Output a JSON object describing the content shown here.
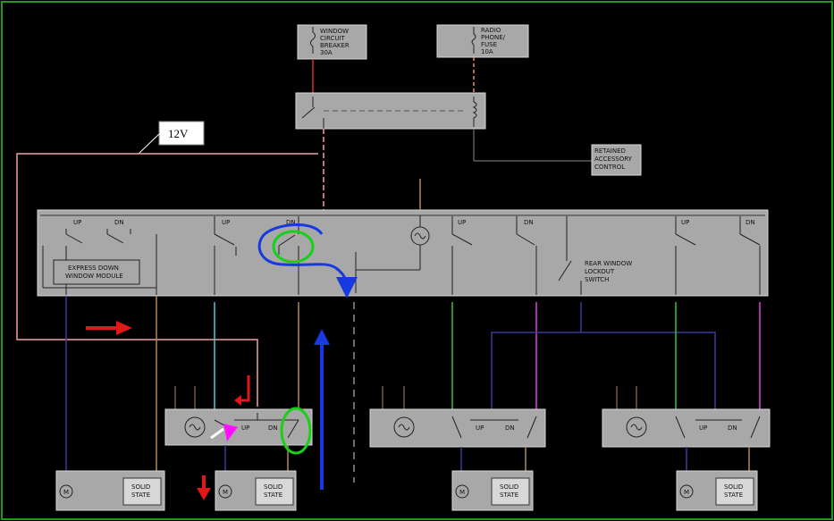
{
  "labels": {
    "circuit_breaker": [
      "WINDOW",
      "CIRCUIT",
      "BREAKER",
      "30A"
    ],
    "radio_fuse": [
      "RADIO",
      "PHONE/",
      "FUSE",
      "10A"
    ],
    "retained_accessory": [
      "RETAINED",
      "ACCESSORY",
      "CONTROL"
    ],
    "voltage": "12V",
    "express_down": [
      "EXPRESS DOWN",
      "WINDOW MODULE"
    ],
    "rear_lockout": [
      "REAR WINDOW",
      "LOCKOUT",
      "SWITCH"
    ],
    "up": "UP",
    "dn": "DN",
    "motor": "M",
    "solid_state": [
      "SOLID",
      "STATE"
    ]
  },
  "colors": {
    "background": "#000000",
    "panel": "#a8a8a8",
    "panel_border": "#d8d8d8",
    "wire_pink": "#f4a0a0",
    "wire_navy": "#3a3a9a",
    "wire_tan": "#b08850",
    "wire_cyan": "#40c8e0",
    "wire_green": "#40c040",
    "wire_magenta": "#e040e0",
    "wire_gray": "#909090",
    "annot_red": "#e01818",
    "annot_blue": "#1838e0",
    "annot_green": "#18d018",
    "annot_magenta": "#ff10ff"
  }
}
